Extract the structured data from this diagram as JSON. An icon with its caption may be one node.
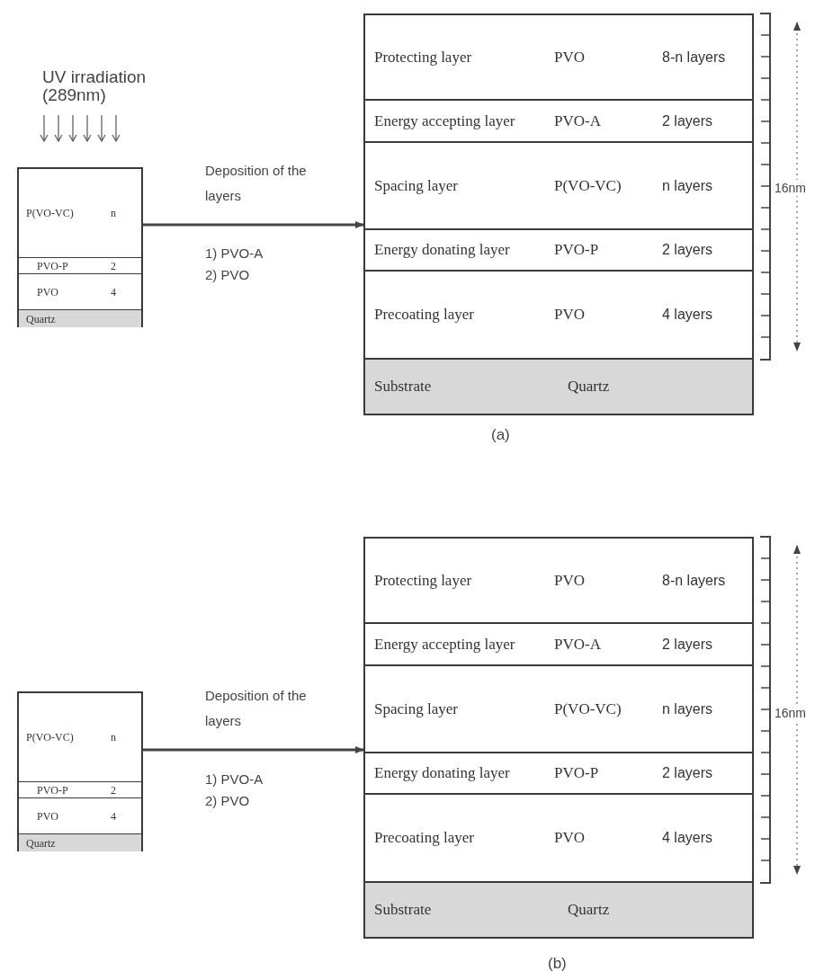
{
  "diagram": {
    "nodes": [
      {
        "text": [],
        "shape": "box"
      },
      {
        "text": [
          "P(VO-VC)",
          "n"
        ],
        "in": 0
      },
      {
        "text": [
          "PVO-P",
          "2"
        ],
        "in": 0
      },
      {
        "text": [
          "PVO",
          "4"
        ],
        "in": 0
      },
      {
        "text": [
          "Quartz"
        ],
        "in": 0
      },
      {
        "text": [],
        "shape": "box"
      },
      {
        "text": [
          "Protecting layer",
          "PVO",
          "8-n layers"
        ],
        "in": 5
      },
      {
        "text": [
          "Energy accepting layer",
          "PVO-A",
          "2 layers"
        ],
        "in": 5
      },
      {
        "text": [
          "Spacing layer",
          "P(VO-VC)",
          "n layers"
        ],
        "in": 5
      },
      {
        "text": [
          "Energy donating layer",
          "PVO-P",
          "2 layers"
        ],
        "in": 5
      },
      {
        "text": [
          "Precoating layer",
          "PVO",
          "4 layers"
        ],
        "in": 5
      },
      {
        "text": [
          "Substrate",
          "Quartz"
        ],
        "in": 5
      },
      {
        "text": [],
        "shape": "box"
      },
      {
        "text": [
          "P(VO-VC)",
          "n"
        ],
        "in": 12
      },
      {
        "text": [
          "PVO-P",
          "2"
        ],
        "in": 12
      },
      {
        "text": [
          "PVO",
          "4"
        ],
        "in": 12
      },
      {
        "text": [
          "Quartz"
        ],
        "in": 12
      },
      {
        "text": [],
        "shape": "box"
      },
      {
        "text": [
          "Protecting layer",
          "PVO",
          "8-n layers"
        ],
        "in": 17
      },
      {
        "text": [
          "Energy accepting layer",
          "PVO-A",
          "2 layers"
        ],
        "in": 17
      },
      {
        "text": [
          "Spacing layer",
          "P(VO-VC)",
          "n layers"
        ],
        "in": 17
      },
      {
        "text": [
          "Energy donating layer",
          "PVO-P",
          "2 layers"
        ],
        "in": 17
      },
      {
        "text": [
          "Precoating layer",
          "PVO",
          "4 layers"
        ],
        "in": 17
      },
      {
        "text": [
          "Substrate",
          "Quartz"
        ],
        "in": 17
      }
    ],
    "edges": [
      {
        "from": 0,
        "to": 5,
        "arrow": "to",
        "label": "Deposition of the layers"
      },
      {
        "from": 12,
        "to": 17,
        "arrow": "to",
        "label": "Deposition of the layers"
      }
    ],
    "labels": [
      "UV irradiation (289nm)",
      "1) PVO-A",
      "2) PVO",
      "16nm",
      "(a)",
      "1) PVO-A",
      "2) PVO",
      "16nm",
      "(b)"
    ]
  }
}
